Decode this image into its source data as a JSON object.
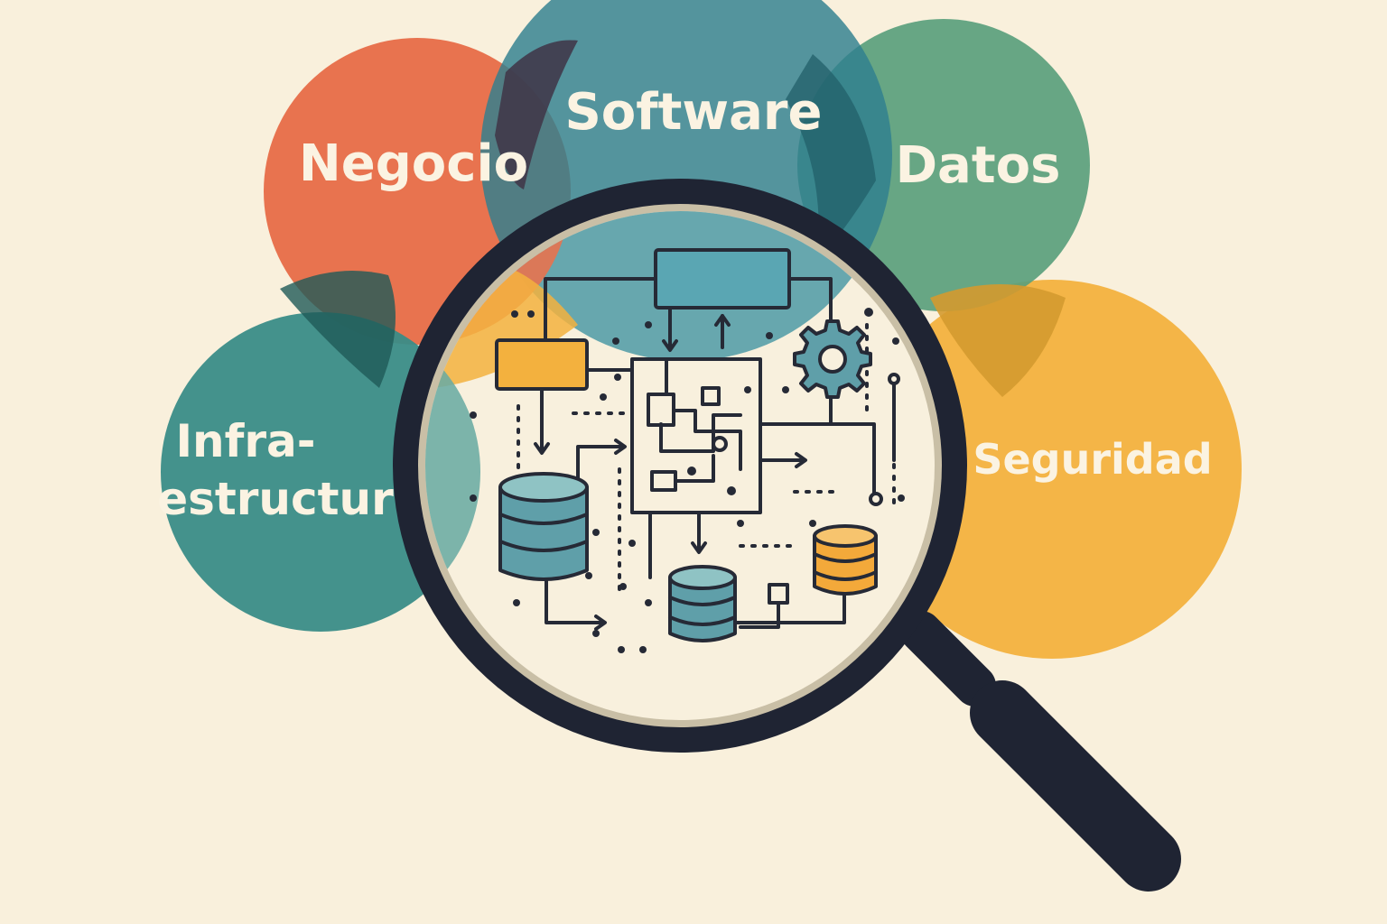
{
  "background_color": "#f9f0dc",
  "domains": [
    {
      "id": "negocio",
      "label": "Negocio",
      "color": "#e8734f"
    },
    {
      "id": "software",
      "label": "Software",
      "color": "#3d8b96"
    },
    {
      "id": "datos",
      "label": "Datos",
      "color": "#5aa07c"
    },
    {
      "id": "infra",
      "label_line1": "Infra-",
      "label_line2": "estructur",
      "color": "#3a8c87"
    },
    {
      "id": "seguridad",
      "label": "Seguridad",
      "color": "#f3b13e"
    }
  ],
  "magnifier": {
    "frame_color": "#1f2433",
    "lens_color": "#f8f0dd",
    "icons": [
      "flowchart-box-icon",
      "database-icon",
      "gear-icon",
      "circuit-icon"
    ]
  },
  "palette": {
    "teal_box": "#5aa6b3",
    "orange_box": "#f3b13e",
    "db_teal": "#5f9fa9",
    "db_orange": "#f3a93a",
    "line": "#262a36"
  }
}
